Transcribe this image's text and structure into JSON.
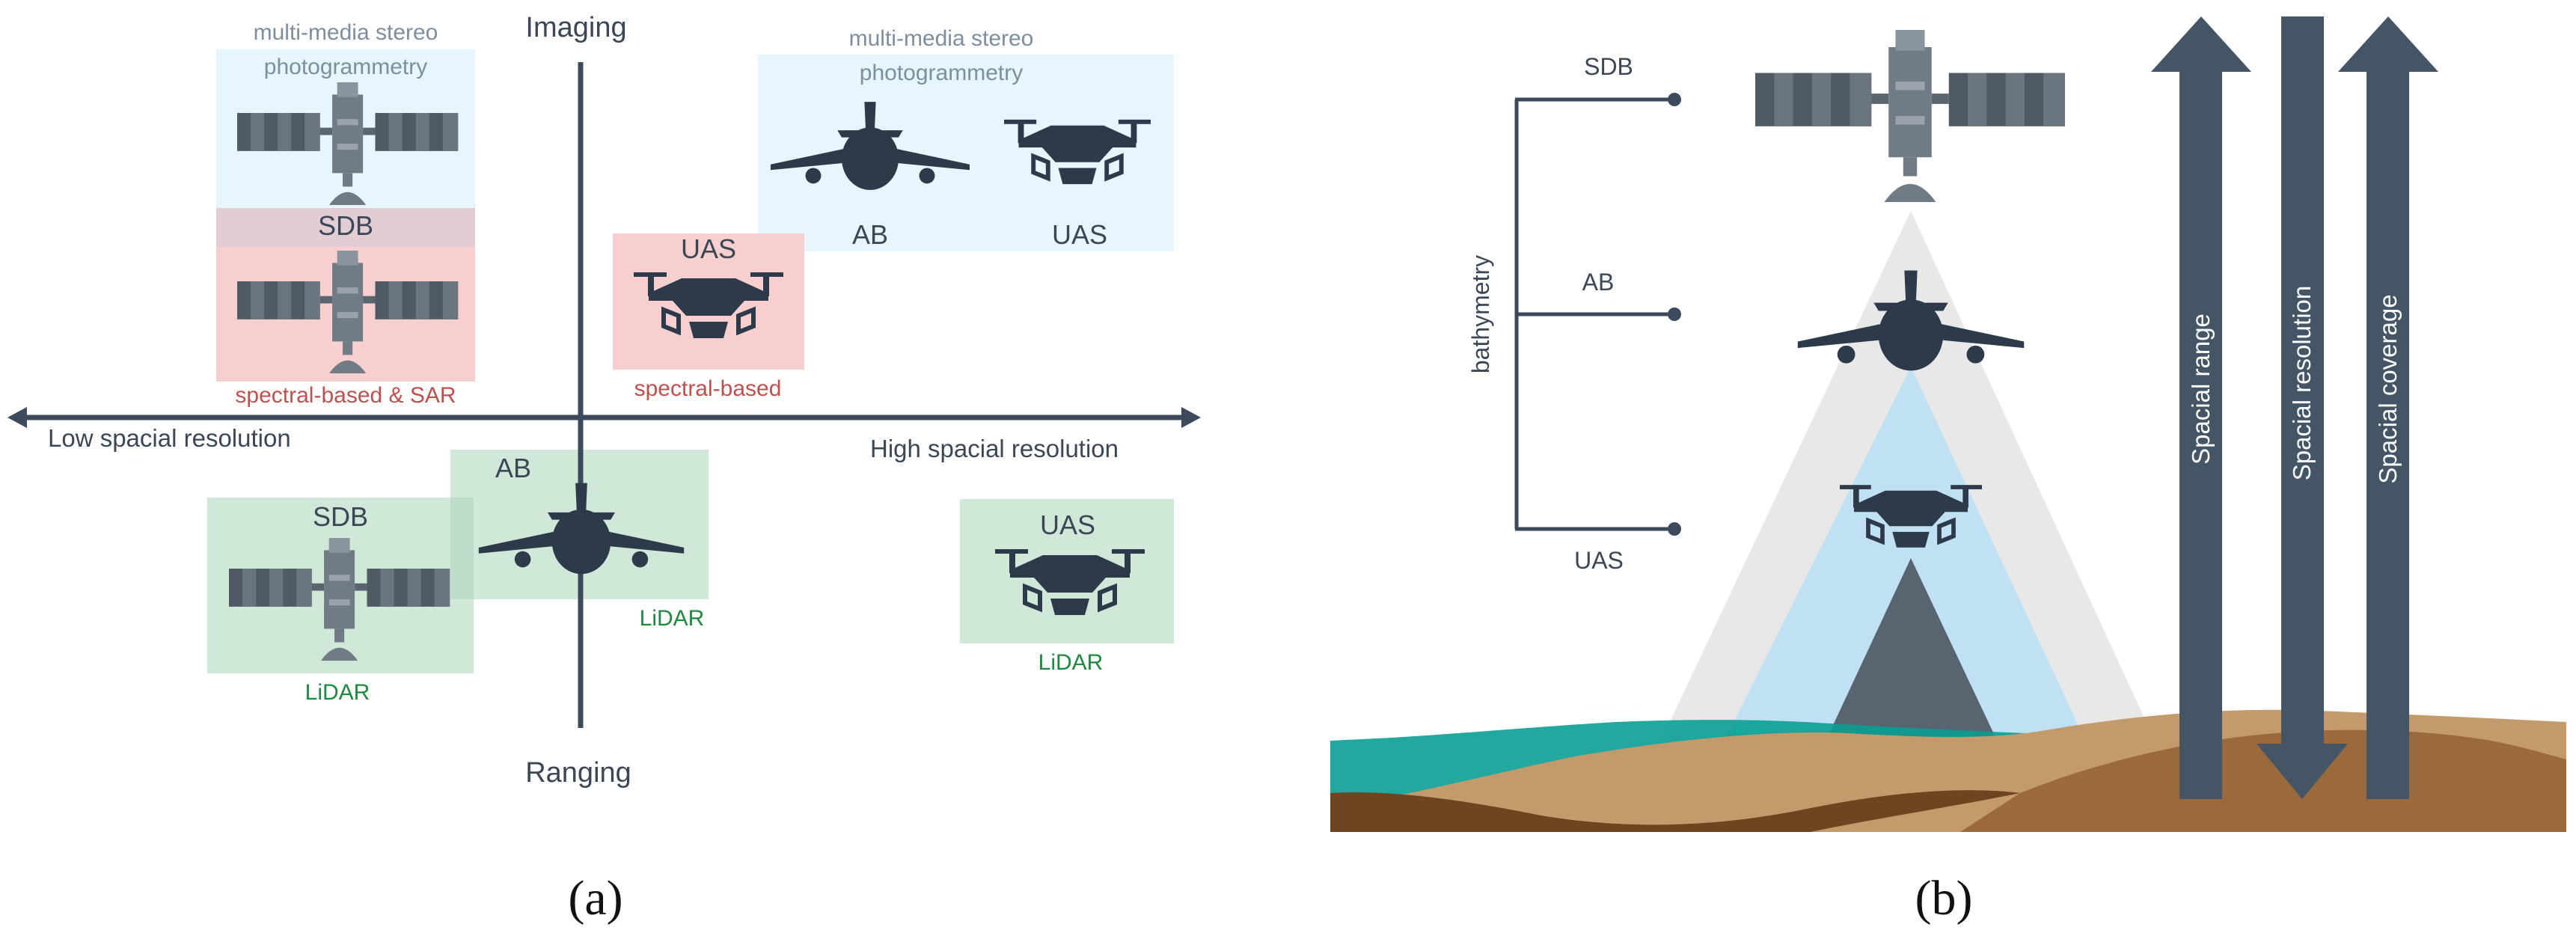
{
  "colors": {
    "axis": "#3d4a5c",
    "text": "#3b4756",
    "imaging_box": "#e7f5fc",
    "spectral_box": "#f8cfcf",
    "sar_band": "#e2cdd5",
    "lidar_box": "#cfe8d8",
    "muted_text": "#7d8ea0",
    "spectral_text": "#c0504d",
    "lidar_text": "#1d8a3f",
    "sensor_dark": "#2d3a4a",
    "satellite_gray": "#707b85",
    "panel_dark": "#55606b",
    "water_teal": "#0a9e94",
    "sand_light": "#c39a6b",
    "soil_mid": "#9a6a3c",
    "soil_dark": "#6d4521",
    "beam_gray": "#e8e8e8",
    "beam_blue": "#bfe1f3",
    "beam_dark": "#586470",
    "arrow": "#445566"
  },
  "panel_a": {
    "caption": "(a)",
    "axes": {
      "top": "Imaging",
      "bottom": "Ranging",
      "left": "Low spacial resolution",
      "right": "High spacial resolution"
    },
    "quadrant_top_left": {
      "caption": "multi-media stereo photogrammetry",
      "caption_line1": "multi-media stereo",
      "caption_line2": "photogrammetry",
      "platform": "SDB",
      "note": "spectral-based  & SAR"
    },
    "quadrant_top_right": {
      "caption": "multi-media stereo photogrammetry",
      "caption_line1": "multi-media stereo",
      "caption_line2": "photogrammetry",
      "platform_1": "AB",
      "platform_2": "UAS"
    },
    "spectral_uas": {
      "platform": "UAS",
      "note": "spectral-based"
    },
    "lidar_sdb": {
      "platform": "SDB",
      "note": "LiDAR"
    },
    "lidar_ab": {
      "platform": "AB",
      "note": "LiDAR"
    },
    "lidar_uas": {
      "platform": "UAS",
      "note": "LiDAR"
    }
  },
  "panel_b": {
    "caption": "(b)",
    "bracket_label": "bathymetry",
    "levels": [
      "SDB",
      "AB",
      "UAS"
    ],
    "arrows": [
      "Spacial range",
      "Spacial resolution",
      "Spacial coverage"
    ]
  }
}
